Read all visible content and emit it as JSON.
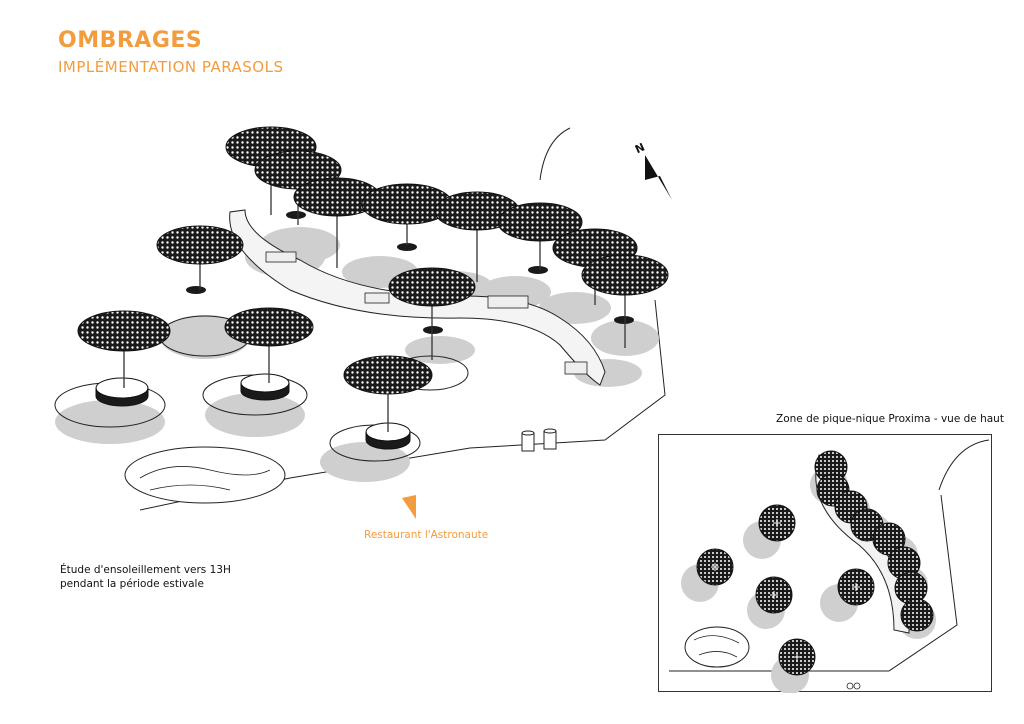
{
  "header": {
    "title": "OMBRAGES",
    "subtitle": "IMPLÉMENTATION PARASOLS"
  },
  "main_view": {
    "north_label": "N",
    "restaurant_label": "Restaurant l'Astronaute",
    "study_note_line1": "Étude d'ensoleillement vers 13H",
    "study_note_line2": "pendant la période estivale"
  },
  "inset": {
    "caption": "Zone de pique-nique Proxima - vue de haut"
  },
  "colors": {
    "accent": "#f39c3d",
    "shadow": "#cfcfcf",
    "ink": "#1a1a1a"
  }
}
